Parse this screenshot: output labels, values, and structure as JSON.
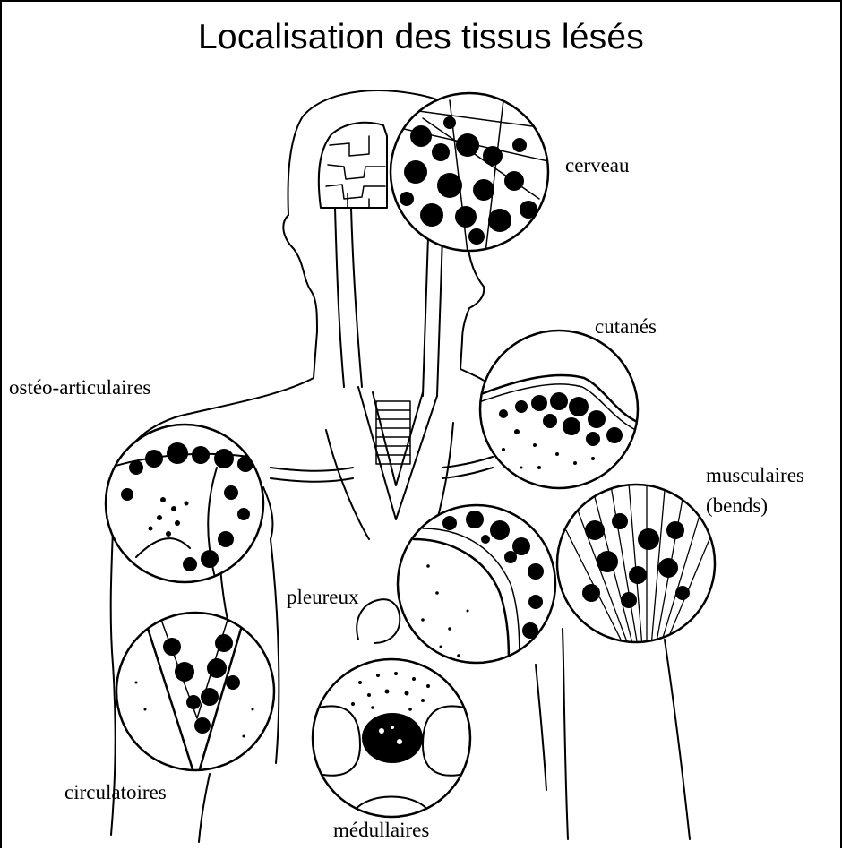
{
  "title": "Localisation des tissus lésés",
  "labels": {
    "cerveau": "cerveau",
    "cutanes": "cutanés",
    "osteo": "ostéo-articulaires",
    "musculaires": "musculaires",
    "bends": "(bends)",
    "pleureux": "pleureux",
    "circulatoires": "circulatoires",
    "medullaires": "médullaires"
  },
  "colors": {
    "ink": "#000000",
    "background": "#ffffff"
  }
}
